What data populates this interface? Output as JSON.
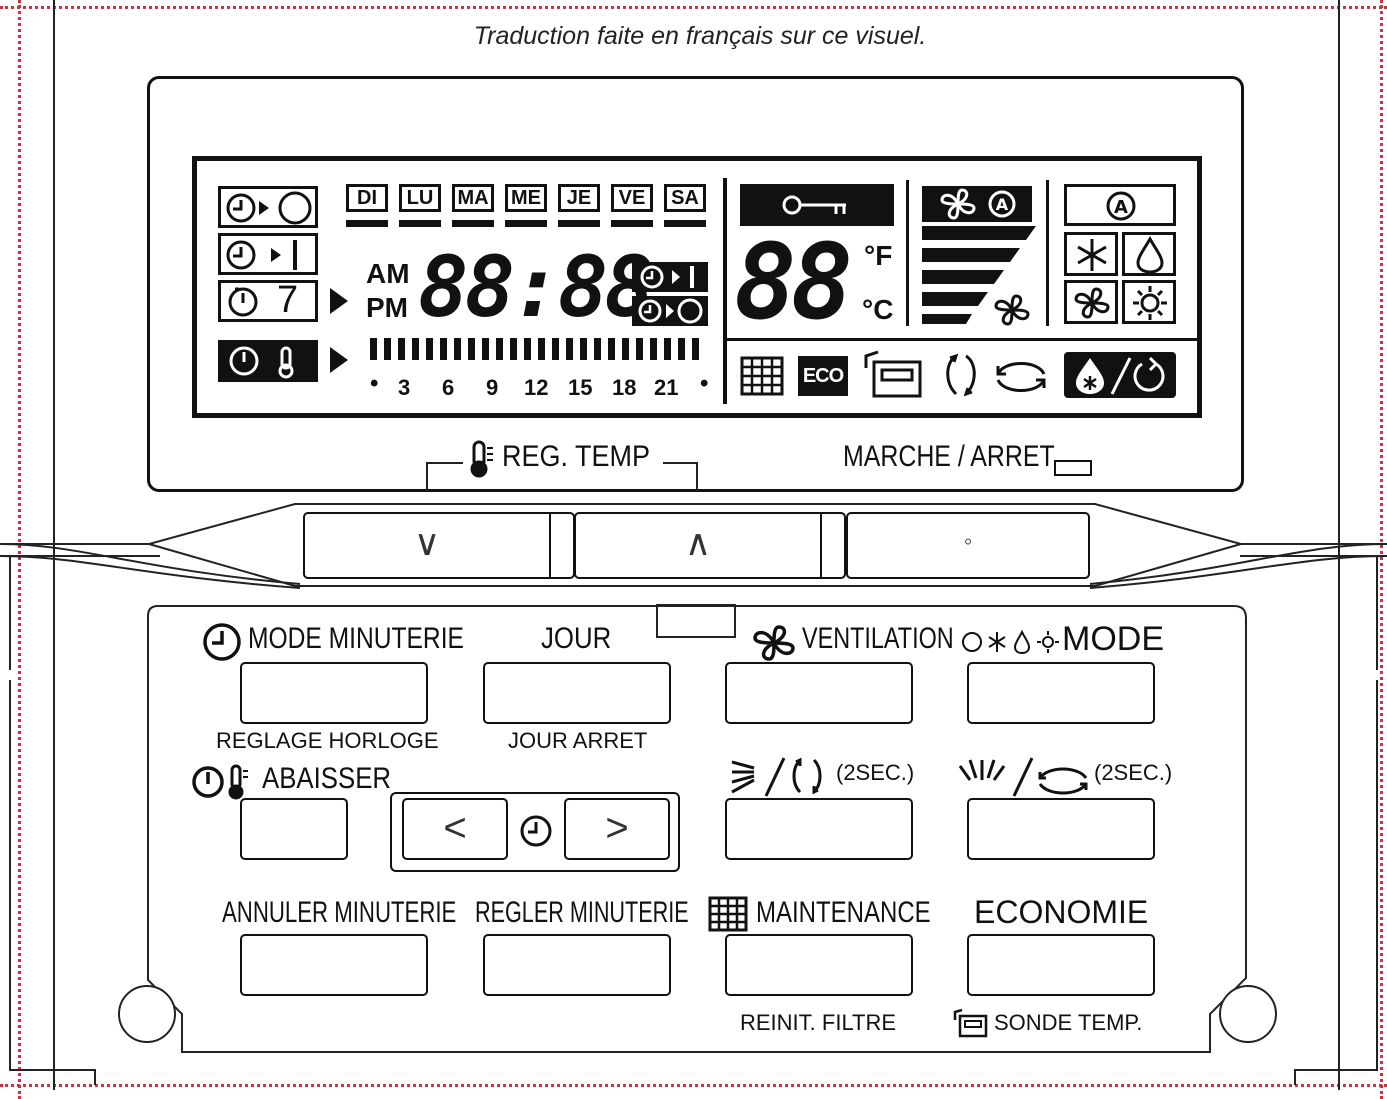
{
  "caption": "Traduction faite en français sur ce visuel.",
  "lcd": {
    "days": [
      "DI",
      "LU",
      "MA",
      "ME",
      "JE",
      "VE",
      "SA"
    ],
    "am": "AM",
    "pm": "PM",
    "clock_digits": "88:88",
    "temp_digits": "88",
    "unit_f": "°F",
    "unit_c": "°C",
    "timer_7": "7",
    "hours": [
      "3",
      "6",
      "9",
      "12",
      "15",
      "18",
      "21"
    ],
    "eco": "ECO",
    "auto_a": "A"
  },
  "top_labels": {
    "reg_temp": "REG. TEMP",
    "marche_arret": "MARCHE / ARRET"
  },
  "top_buttons": {
    "down": "∨",
    "up": "∧",
    "power": "◦"
  },
  "panel": {
    "mode_minuterie": "MODE MINUTERIE",
    "reglage_horloge": "REGLAGE HORLOGE",
    "jour": "JOUR",
    "jour_arret": "JOUR ARRET",
    "ventilation": "VENTILATION",
    "mode": "MODE",
    "abaisser": "ABAISSER",
    "left_arrow": "<",
    "right_arrow": ">",
    "twosec_a": "(2SEC.)",
    "twosec_b": "(2SEC.)",
    "annuler_minuterie": "ANNULER MINUTERIE",
    "regler_minuterie": "REGLER MINUTERIE",
    "maintenance": "MAINTENANCE",
    "economie": "ECONOMIE",
    "reinit_filtre": "REINIT. FILTRE",
    "sonde_temp": "SONDE TEMP."
  }
}
